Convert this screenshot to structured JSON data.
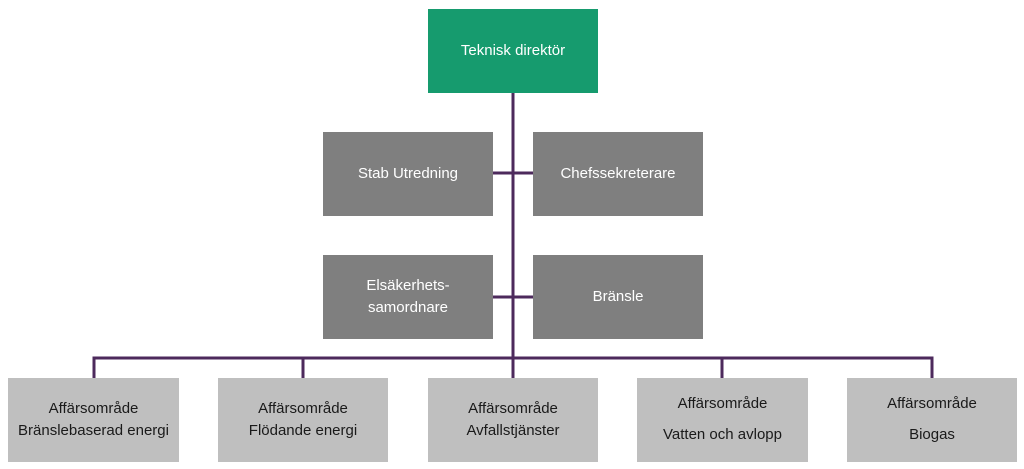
{
  "colors": {
    "top_box": "#169b6e",
    "staff_box": "#7f7f7f",
    "unit_box": "#bfbfbf",
    "connector": "#4d2a5c"
  },
  "top": {
    "label": "Teknisk direktör"
  },
  "staff": [
    {
      "label": "Stab Utredning"
    },
    {
      "label": "Chefssekreterare"
    },
    {
      "line1": "Elsäkerhets-",
      "line2": "samordnare"
    },
    {
      "label": "Bränsle"
    }
  ],
  "units": [
    {
      "line1": "Affärsområde",
      "line2": "Bränslebaserad energi"
    },
    {
      "line1": "Affärsområde",
      "line2": "Flödande energi"
    },
    {
      "line1": "Affärsområde",
      "line2": "Avfallstjänster"
    },
    {
      "line1": "Affärsområde",
      "line2": "Vatten och avlopp"
    },
    {
      "line1": "Affärsområde",
      "line2": "Biogas"
    }
  ]
}
